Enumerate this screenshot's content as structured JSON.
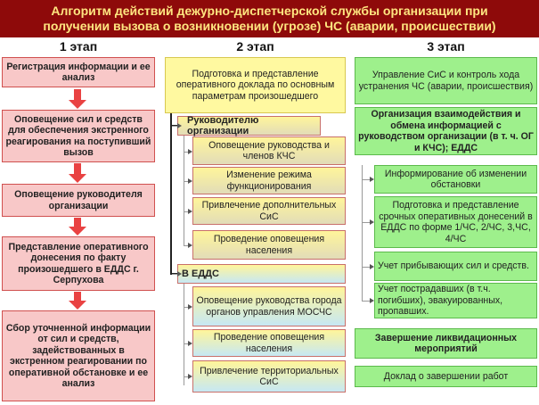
{
  "title": {
    "line1": "Алгоритм действий дежурно-диспетчерской службы организации при",
    "line2": "получении вызова о возникновении (угрозе) ЧС (аварии, происшествии)"
  },
  "stages": [
    "1 этап",
    "2 этап",
    "3 этап"
  ],
  "stage1": [
    "Регистрация информации и ее анализ",
    "Оповещение сил и средств для обеспечения экстренного реагирования на поступивший вызов",
    "Оповещение руководителя организации",
    "Представление оперативного донесения по факту произошедшего в ЕДДС г. Серпухова",
    "Сбор уточненной информации от сил и средств, задействованных в экстренном реагировании по оперативной обстановке и ее анализ"
  ],
  "stage2": {
    "main": "Подготовка и представление оперативного доклада по основным параметрам произошедшего",
    "org": {
      "label": "Руководителю организации",
      "items": [
        "Оповещение руководства и членов КЧС",
        "Изменение режима функционирования",
        "Привлечение дополнительных СиС",
        "Проведение оповещения населения"
      ]
    },
    "edds": {
      "label": "В ЕДДС",
      "items": [
        "Оповещение руководства города органов управления МОСЧС",
        "Проведение оповещения населения",
        "Привлечение территориальных СиС"
      ]
    }
  },
  "stage3": {
    "control": "Управление СиС и контроль хода устранения ЧС (аварии, происшествия)",
    "interaction": "Организация взаимодействия и обмена информацией с руководством организации (в т. ч. ОГ и КЧС); ЕДДС",
    "items": [
      "Информирование об изменении обстановки",
      "Подготовка и представление срочных оперативных донесений в ЕДДС по форме 1/ЧС, 2/ЧС, 3,ЧС, 4/ЧС",
      "Учет прибывающих сил и средств.",
      "Учет пострадавших (в т.ч. погибших), эвакуированных, пропавших."
    ],
    "finish": "Завершение ликвидационных мероприятий",
    "report": "Доклад о завершении работ"
  },
  "colors": {
    "title_bg": "#8e0a0a",
    "title_text": "#ffe680",
    "stage1": "#f8c8c8",
    "stage2": "#fff9a0",
    "stage3": "#9ef08c",
    "arrow": "#e94242"
  }
}
